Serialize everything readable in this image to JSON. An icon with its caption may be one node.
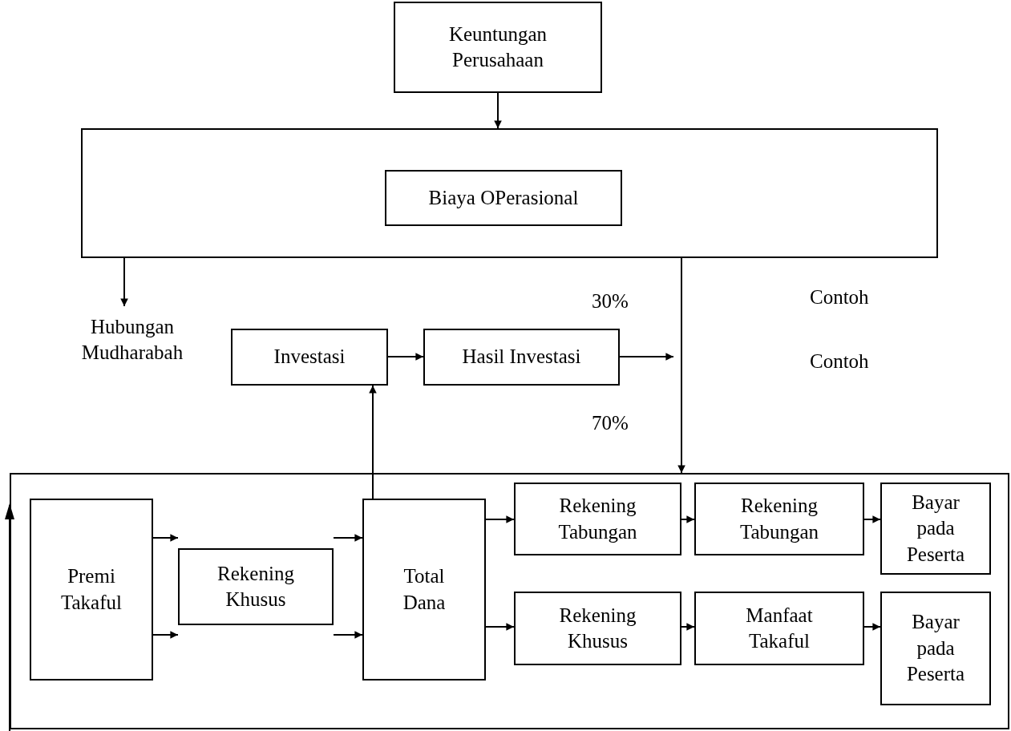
{
  "diagram": {
    "nodes": [
      {
        "text": [
          "Keuntungan Perusahaan"
        ]
      },
      {
        "text": [],
        "shape": "box"
      },
      {
        "text": [
          "Biaya OPerasional"
        ],
        "in": 1
      },
      {
        "text": [
          "Hubungan Mudharabah"
        ]
      },
      {
        "text": [
          "Investasi"
        ]
      },
      {
        "text": [
          "Hasil Investasi"
        ]
      },
      {
        "text": [],
        "shape": "box"
      },
      {
        "text": [
          "Premi Takaful"
        ],
        "in": 6
      },
      {
        "text": [
          "Rekening Khusus"
        ],
        "in": 6
      },
      {
        "text": [
          "Total Dana"
        ],
        "in": 6
      },
      {
        "text": [
          "Rekening Tabungan"
        ],
        "in": 6
      },
      {
        "text": [
          "Rekening Tabungan"
        ],
        "in": 6
      },
      {
        "text": [
          "Bayar pada Peserta"
        ],
        "in": 6
      },
      {
        "text": [
          "Rekening Khusus"
        ],
        "in": 6
      },
      {
        "text": [
          "Manfaat Takaful"
        ],
        "in": 6
      },
      {
        "text": [
          "Bayar pada Peserta"
        ],
        "in": 6
      }
    ],
    "edges": [
      {
        "from": 0,
        "to": 1,
        "arrow": "to"
      },
      {
        "from": 1,
        "to": 3,
        "arrow": "to"
      },
      {
        "from": 4,
        "to": 5,
        "arrow": "to"
      },
      {
        "from": 5,
        "to": null,
        "arrow": "to"
      },
      {
        "from": 1,
        "to": 6,
        "arrow": "to"
      },
      {
        "from": 9,
        "to": 4,
        "arrow": "to"
      },
      {
        "from": 7,
        "to": 8,
        "arrow": "to"
      },
      {
        "from": 7,
        "to": 8,
        "arrow": "to"
      },
      {
        "from": 8,
        "to": 9,
        "arrow": "to"
      },
      {
        "from": 8,
        "to": 9,
        "arrow": "to"
      },
      {
        "from": 9,
        "to": 10,
        "arrow": "to"
      },
      {
        "from": 10,
        "to": 11,
        "arrow": "to"
      },
      {
        "from": 11,
        "to": 12,
        "arrow": "to"
      },
      {
        "from": 9,
        "to": 13,
        "arrow": "to"
      },
      {
        "from": 13,
        "to": 14,
        "arrow": "to"
      },
      {
        "from": 14,
        "to": 15,
        "arrow": "to"
      }
    ],
    "labels": [
      "30%",
      "Contoh",
      "Contoh",
      "70%"
    ]
  }
}
